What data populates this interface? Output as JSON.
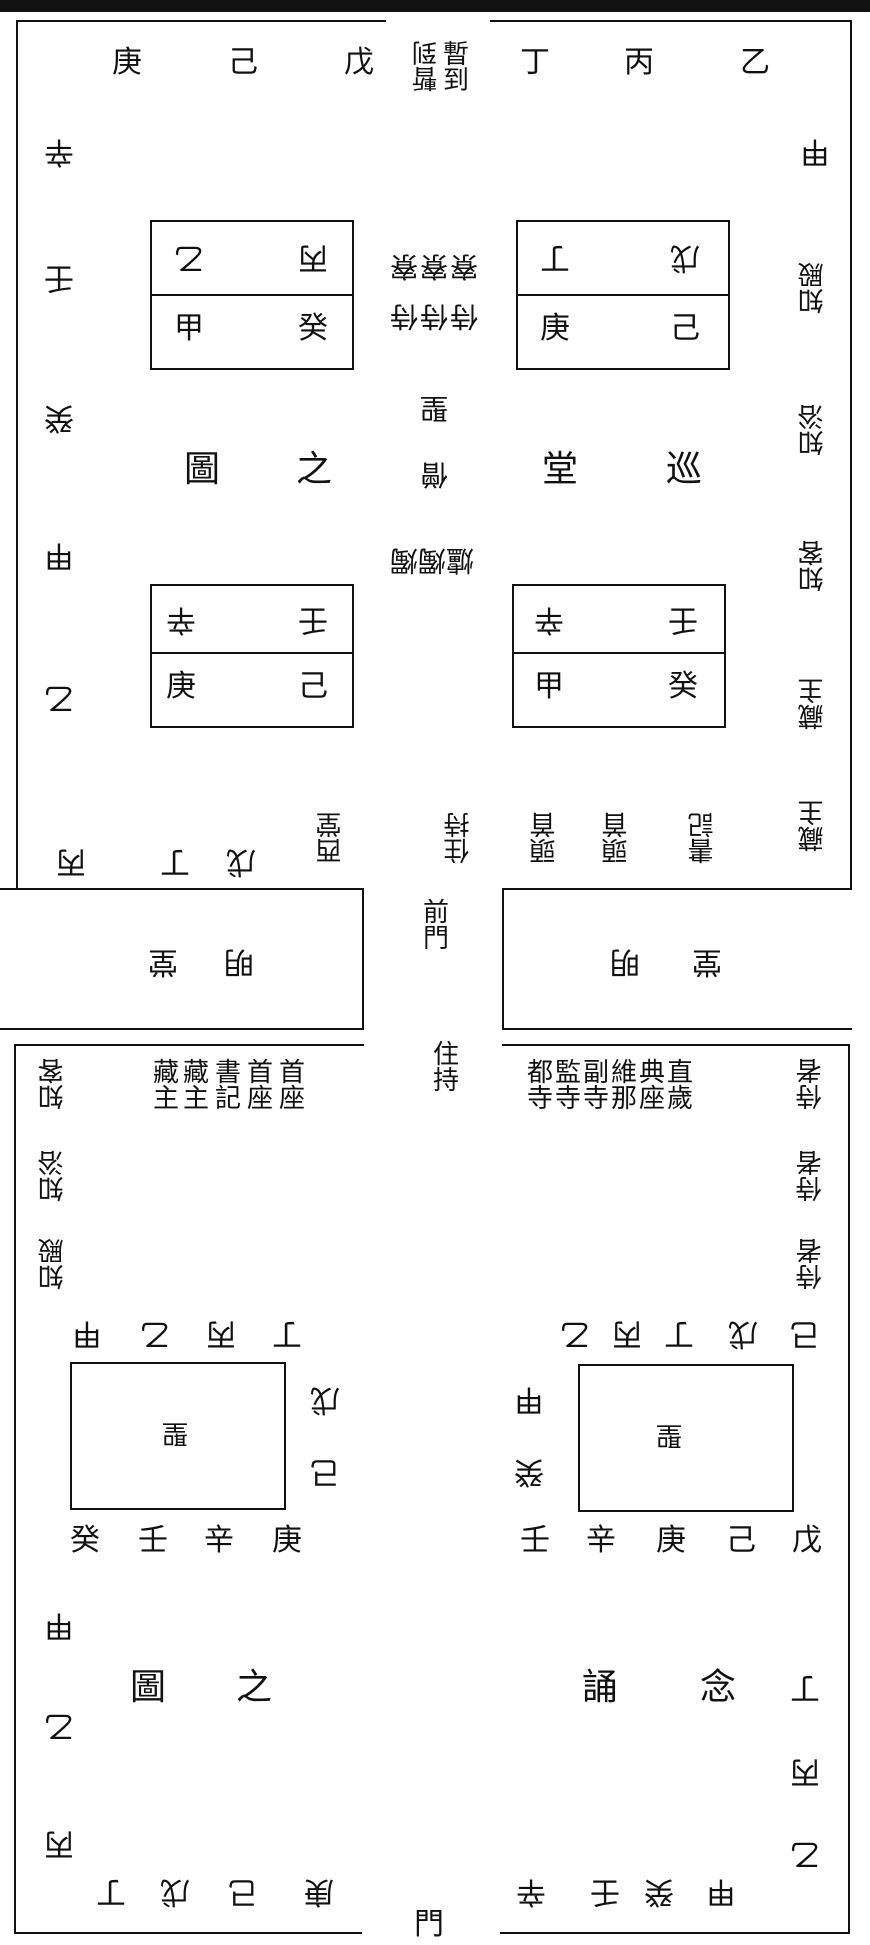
{
  "top_bar": "",
  "upper_hall": {
    "top_row_left": [
      "庚",
      "己",
      "戊"
    ],
    "top_center_col1": "暫到",
    "top_center_col2": "暫到",
    "top_row_right": [
      "丁",
      "丙",
      "乙"
    ],
    "left_side": [
      "辛",
      "壬",
      "癸",
      "甲",
      "乙"
    ],
    "right_side_jia": "甲",
    "right_side_labels": [
      "知殿",
      "知浴",
      "知客",
      "藏主",
      "藏主"
    ],
    "box_top_left": {
      "r1": [
        "乙",
        "丙"
      ],
      "r2": [
        "甲",
        "癸"
      ]
    },
    "box_top_right": {
      "r1": [
        "丁",
        "戊"
      ],
      "r2": [
        "庚",
        "己"
      ]
    },
    "center_upper": [
      "寮",
      "寮",
      "寮"
    ],
    "center_lower": [
      "侍",
      "侍",
      "侍"
    ],
    "center_holy": "聖",
    "center_monk": "僧",
    "center_lamps": "爐燭燭",
    "title_left": [
      "圖",
      "之"
    ],
    "title_right": [
      "堂",
      "巡"
    ],
    "box_bot_left": {
      "r1": [
        "辛",
        "壬"
      ],
      "r2": [
        "庚",
        "己"
      ]
    },
    "box_bot_right": {
      "r1": [
        "辛",
        "壬"
      ],
      "r2": [
        "甲",
        "癸"
      ]
    },
    "bottom_left": [
      "丙",
      "丁",
      "戊"
    ],
    "bottom_left_seat": "西堂",
    "bottom_abbot": "住持",
    "bottom_right_seats": [
      "頭首",
      "頭首",
      "書記"
    ],
    "bottom_right_end": "藏主"
  },
  "middle": {
    "front_gate": "前門",
    "left_room": [
      "明",
      "堂"
    ],
    "right_room": [
      "明",
      "堂"
    ],
    "abbot": "住持"
  },
  "lower_hall": {
    "left_side": [
      "知客",
      "知浴",
      "知殿"
    ],
    "left_officers": [
      "藏主",
      "藏主",
      "書記",
      "首座",
      "首座"
    ],
    "right_officers": [
      "都寺",
      "監寺",
      "副寺",
      "維那",
      "典座",
      "直歲"
    ],
    "right_side": [
      "侍者",
      "侍者",
      "侍者"
    ],
    "left_group": {
      "top": [
        "甲",
        "乙",
        "丙",
        "丁"
      ],
      "right": [
        "戊",
        "己"
      ],
      "bottom": [
        "癸",
        "壬",
        "辛",
        "庚"
      ],
      "center": "聖"
    },
    "right_group": {
      "top": [
        "乙",
        "丙",
        "丁",
        "戊",
        "己"
      ],
      "left": [
        "甲",
        "癸"
      ],
      "bottom": [
        "壬",
        "辛",
        "庚",
        "己",
        "戊"
      ],
      "center": "聖"
    },
    "left_col": [
      "甲",
      "乙",
      "丙"
    ],
    "title_left": [
      "圖",
      "之"
    ],
    "title_right": [
      "誦",
      "念"
    ],
    "right_col": [
      "丁",
      "丙",
      "乙"
    ],
    "bottom_left": [
      "丁",
      "戊",
      "己",
      "庚"
    ],
    "bottom_right": [
      "辛",
      "壬",
      "癸",
      "甲"
    ],
    "gate": "門"
  }
}
